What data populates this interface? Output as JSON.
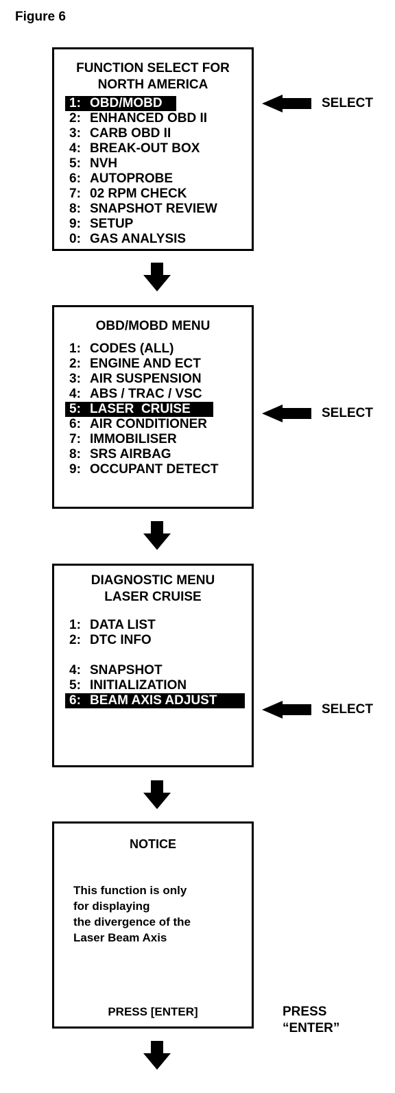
{
  "figure_title": "Figure 6",
  "select_label": "SELECT",
  "screens": {
    "function_select": {
      "title_line1": "FUNCTION SELECT FOR",
      "title_line2": "NORTH AMERICA",
      "items": [
        {
          "num": "1:",
          "label": "OBD/MOBD"
        },
        {
          "num": "2:",
          "label": "ENHANCED OBD II"
        },
        {
          "num": "3:",
          "label": "CARB OBD II"
        },
        {
          "num": "4:",
          "label": "BREAK-OUT BOX"
        },
        {
          "num": "5:",
          "label": "NVH"
        },
        {
          "num": "6:",
          "label": "AUTOPROBE"
        },
        {
          "num": "7:",
          "label": "02 RPM CHECK"
        },
        {
          "num": "8:",
          "label": "SNAPSHOT REVIEW"
        },
        {
          "num": "9:",
          "label": "SETUP"
        },
        {
          "num": "0:",
          "label": "GAS ANALYSIS"
        }
      ]
    },
    "obd_menu": {
      "title": "OBD/MOBD MENU",
      "items": [
        {
          "num": "1:",
          "label": "CODES (ALL)"
        },
        {
          "num": "2:",
          "label": "ENGINE AND ECT"
        },
        {
          "num": "3:",
          "label": "AIR SUSPENSION"
        },
        {
          "num": "4:",
          "label": "ABS / TRAC / VSC"
        },
        {
          "num": "5:",
          "label": "LASER  CRUISE"
        },
        {
          "num": "6:",
          "label": "AIR CONDITIONER"
        },
        {
          "num": "7:",
          "label": "IMMOBILISER"
        },
        {
          "num": "8:",
          "label": "SRS AIRBAG"
        },
        {
          "num": "9:",
          "label": "OCCUPANT DETECT"
        }
      ]
    },
    "diagnostic_menu": {
      "title_line1": "DIAGNOSTIC MENU",
      "title_line2": "LASER CRUISE",
      "items": [
        {
          "num": "1:",
          "label": "DATA LIST"
        },
        {
          "num": "2:",
          "label": "DTC INFO"
        },
        {
          "num": "4:",
          "label": "SNAPSHOT"
        },
        {
          "num": "5:",
          "label": "INITIALIZATION"
        },
        {
          "num": "6:",
          "label": "BEAM AXIS ADJUST"
        }
      ]
    },
    "notice": {
      "title": "NOTICE",
      "body_lines": [
        "This function is only",
        "for displaying",
        "the divergence of the",
        "Laser Beam Axis"
      ],
      "footer": "PRESS [ENTER]"
    }
  },
  "press_enter_line1": "PRESS",
  "press_enter_line2": "“ENTER”"
}
